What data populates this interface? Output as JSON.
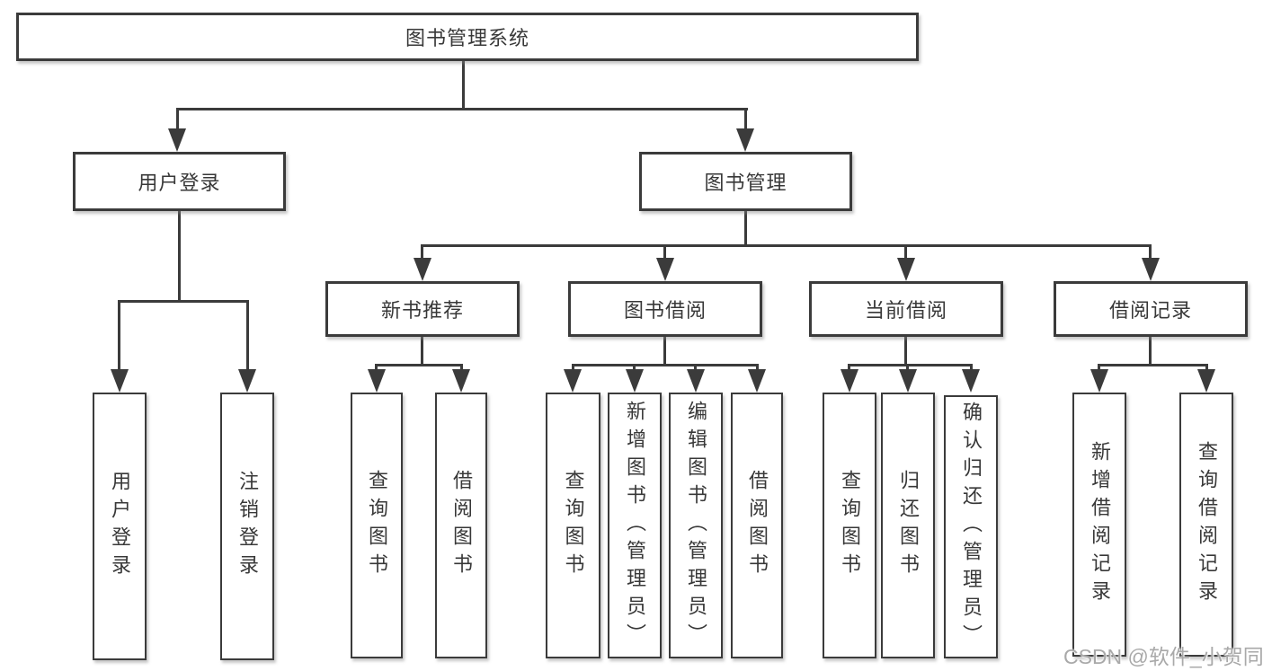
{
  "diagram": {
    "root": "图书管理系统",
    "branches": [
      {
        "label": "用户登录",
        "children": [
          {
            "label": "用户登录"
          },
          {
            "label": "注销登录"
          }
        ]
      },
      {
        "label": "图书管理",
        "groups": [
          {
            "label": "新书推荐",
            "children": [
              {
                "label": "查询图书"
              },
              {
                "label": "借阅图书"
              }
            ]
          },
          {
            "label": "图书借阅",
            "children": [
              {
                "label": "查询图书"
              },
              {
                "label": "新增图书（管理员）"
              },
              {
                "label": "编辑图书（管理员）"
              },
              {
                "label": "借阅图书"
              }
            ]
          },
          {
            "label": "当前借阅",
            "children": [
              {
                "label": "查询图书"
              },
              {
                "label": "归还图书"
              },
              {
                "label": "确认归还（管理员）"
              }
            ]
          },
          {
            "label": "借阅记录",
            "children": [
              {
                "label": "新增借阅记录"
              },
              {
                "label": "查询借阅记录"
              }
            ]
          }
        ]
      }
    ]
  },
  "watermark": "CSDN @软件_小贺同学",
  "colors": {
    "line": "#3b3b3b",
    "text": "#383838",
    "background": "#ffffff",
    "watermark": "#a9a9a9"
  }
}
